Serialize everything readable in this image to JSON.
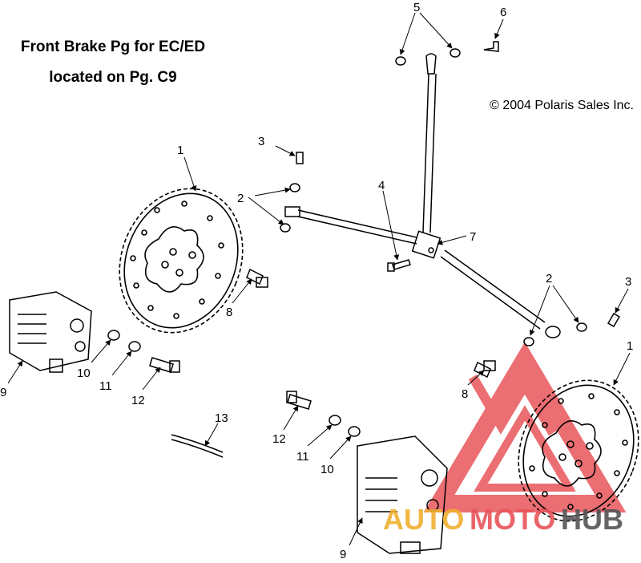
{
  "note": {
    "line1": "Front Brake Pg for EC/ED",
    "line2": "located on Pg. C9"
  },
  "copyright": "© 2004 Polaris Sales Inc.",
  "callouts": {
    "c1a": "1",
    "c1b": "1",
    "c2a": "2",
    "c2b": "2",
    "c3a": "3",
    "c3b": "3",
    "c4": "4",
    "c5": "5",
    "c6": "6",
    "c7": "7",
    "c8a": "8",
    "c8b": "8",
    "c9a": "9",
    "c9b": "9",
    "c10a": "10",
    "c10b": "10",
    "c11a": "11",
    "c11b": "11",
    "c12a": "12",
    "c12b": "12",
    "c13": "13"
  },
  "watermark": {
    "word_a": "AUTO",
    "word_b": "MOTO",
    "word_c": "HUB",
    "color_a": "#f0b030",
    "color_b": "#e8555a",
    "color_c": "#555555"
  }
}
